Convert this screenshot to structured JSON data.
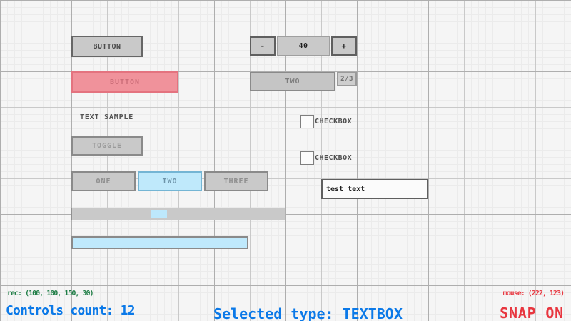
{
  "controls": {
    "button_normal": {
      "label": "BUTTON"
    },
    "button_selected": {
      "label": "BUTTON"
    },
    "text_label": {
      "text": "TEXT SAMPLE"
    },
    "toggle": {
      "label": "TOGGLE"
    },
    "toggle_group": {
      "options": [
        "ONE",
        "TWO",
        "THREE"
      ],
      "active": "TWO"
    },
    "spinner": {
      "minus_label": "-",
      "value": "40",
      "plus_label": "+"
    },
    "combobox": {
      "selected": "TWO",
      "counter": "2/3"
    },
    "checkbox1": {
      "label": "CHECKBOX",
      "checked": false
    },
    "checkbox2": {
      "label": "CHECKBOX",
      "checked": false
    },
    "textbox": {
      "value": "test text"
    }
  },
  "statusbar": {
    "rec": "rec: (100, 100, 150, 30)",
    "controls_count": "Controls count: 12",
    "selected_type": "Selected type: TEXTBOX",
    "mouse": "mouse: (222, 123)",
    "snap": "SNAP ON"
  },
  "colors": {
    "background": "#f5f5f5",
    "grid_minor": "#ebebeb",
    "grid_mid": "#c9c9c9",
    "grid_major": "#aeaeae",
    "control_base": "#c9c9c9",
    "selected_pink_fill": "#f0929b",
    "selected_pink_border": "#e4737f",
    "active_blue_fill": "#bfe9fb",
    "active_blue_border": "#74b5d4",
    "status_green": "#1e7d45",
    "status_blue": "#0b79e8",
    "status_red": "#e8363f"
  }
}
